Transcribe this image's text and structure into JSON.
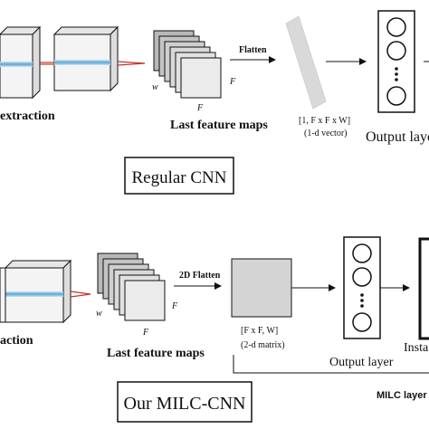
{
  "regular": {
    "extraction_label": "extraction",
    "feature_maps_label": "Last feature maps",
    "dim_w": "w",
    "dim_f_side": "F",
    "dim_f_bottom": "F",
    "flatten_label": "Flatten",
    "vector_label_line1": "[1, F x F x W]",
    "vector_label_line2": "(1-d vector)",
    "output_label": "Output layer",
    "title": "Regular CNN"
  },
  "milc": {
    "extraction_label": "action",
    "feature_maps_label": "Last feature maps",
    "dim_w": "w",
    "dim_f_side": "F",
    "dim_f_bottom": "F",
    "flatten_label": "2D Flatten",
    "matrix_label_line1": "[F x F,  W]",
    "matrix_label_line2": "(2-d  matrix)",
    "output_label": "Output layer",
    "instance_label": "Insta",
    "title": "Our MILC-CNN",
    "milc_layer_label": "MILC layer"
  },
  "colors": {
    "stroke": "#111111",
    "box_face": "#f4f4f4",
    "box_top": "#e6e6e6",
    "beam": "#7fb8d9",
    "ray": "#c0392b",
    "vector_fill": "#d9d9d9",
    "matrix_fill": "#d4d4d4"
  }
}
